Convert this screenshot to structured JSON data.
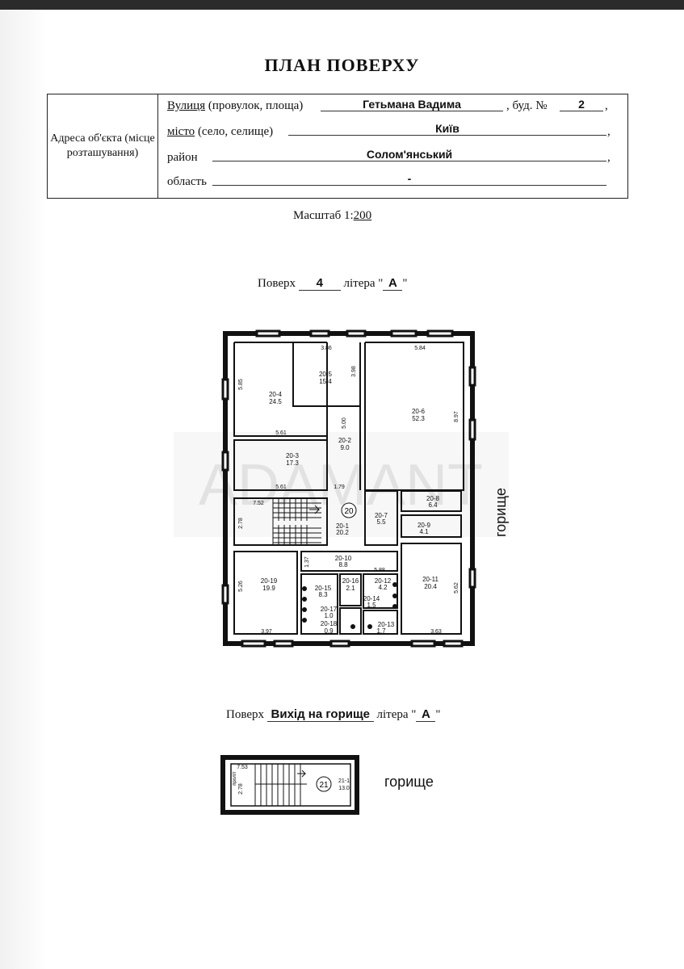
{
  "title": "ПЛАН ПОВЕРХУ",
  "address": {
    "block_label": "Адреса об'єкта (місце розташування)",
    "street_label": "Вулиця",
    "street_label_rest": " (провулок, площа)",
    "street_value": "Гетьмана Вадима",
    "building_label": ", буд. №",
    "building_value": "2",
    "city_label": "місто",
    "city_label_rest": " (село, селище)",
    "city_value": "Київ",
    "district_label": "район",
    "district_value": "Солом'янський",
    "region_label": "область",
    "region_value": "-",
    "comma": ","
  },
  "scale": {
    "label": "Масштаб 1:",
    "value": "200"
  },
  "floor_plan_1": {
    "floor_label": "Поверх",
    "floor_value": "4",
    "letter_label": "літера \"",
    "letter_value": "А",
    "letter_close": "\"",
    "attic_label": "горище",
    "stair_number": "20",
    "rooms": [
      {
        "id": "20-1",
        "area": "20.2"
      },
      {
        "id": "20-2",
        "area": "9.0"
      },
      {
        "id": "20-3",
        "area": "17.3"
      },
      {
        "id": "20-4",
        "area": "24.5"
      },
      {
        "id": "20-5",
        "area": "15.4"
      },
      {
        "id": "20-6",
        "area": "52.3"
      },
      {
        "id": "20-7",
        "area": "5.5"
      },
      {
        "id": "20-8",
        "area": "6.4"
      },
      {
        "id": "20-9",
        "area": "4.1"
      },
      {
        "id": "20-10",
        "area": "8.8"
      },
      {
        "id": "20-11",
        "area": "20.4"
      },
      {
        "id": "20-12",
        "area": "4.2"
      },
      {
        "id": "20-13",
        "area": "1.7"
      },
      {
        "id": "20-14",
        "area": "1.5"
      },
      {
        "id": "20-15",
        "area": "8.3"
      },
      {
        "id": "20-16",
        "area": "2.1"
      },
      {
        "id": "20-17",
        "area": "1.0"
      },
      {
        "id": "20-18",
        "area": "0.9"
      },
      {
        "id": "20-19",
        "area": "19.9"
      }
    ],
    "dimensions": [
      "3.86",
      "5.84",
      "5.85",
      "3.98",
      "8.97",
      "5.00",
      "5.61",
      "5.61",
      "1.79",
      "7.52",
      "2.78",
      "1.37",
      "5.88",
      "5.26",
      "5.62",
      "3.97",
      "3.63"
    ],
    "watermark": "ADAMANT"
  },
  "floor_plan_2": {
    "floor_label": "Поверх",
    "floor_value": "Вихід на горище",
    "letter_label": "літера \"",
    "letter_value": "А",
    "letter_close": "\"",
    "attic_label": "горище",
    "stair_number": "21",
    "room": {
      "id": "21-1",
      "area": "13.0"
    },
    "dimensions": [
      "7.53",
      "2.78"
    ],
    "passage_label": "проліт"
  }
}
